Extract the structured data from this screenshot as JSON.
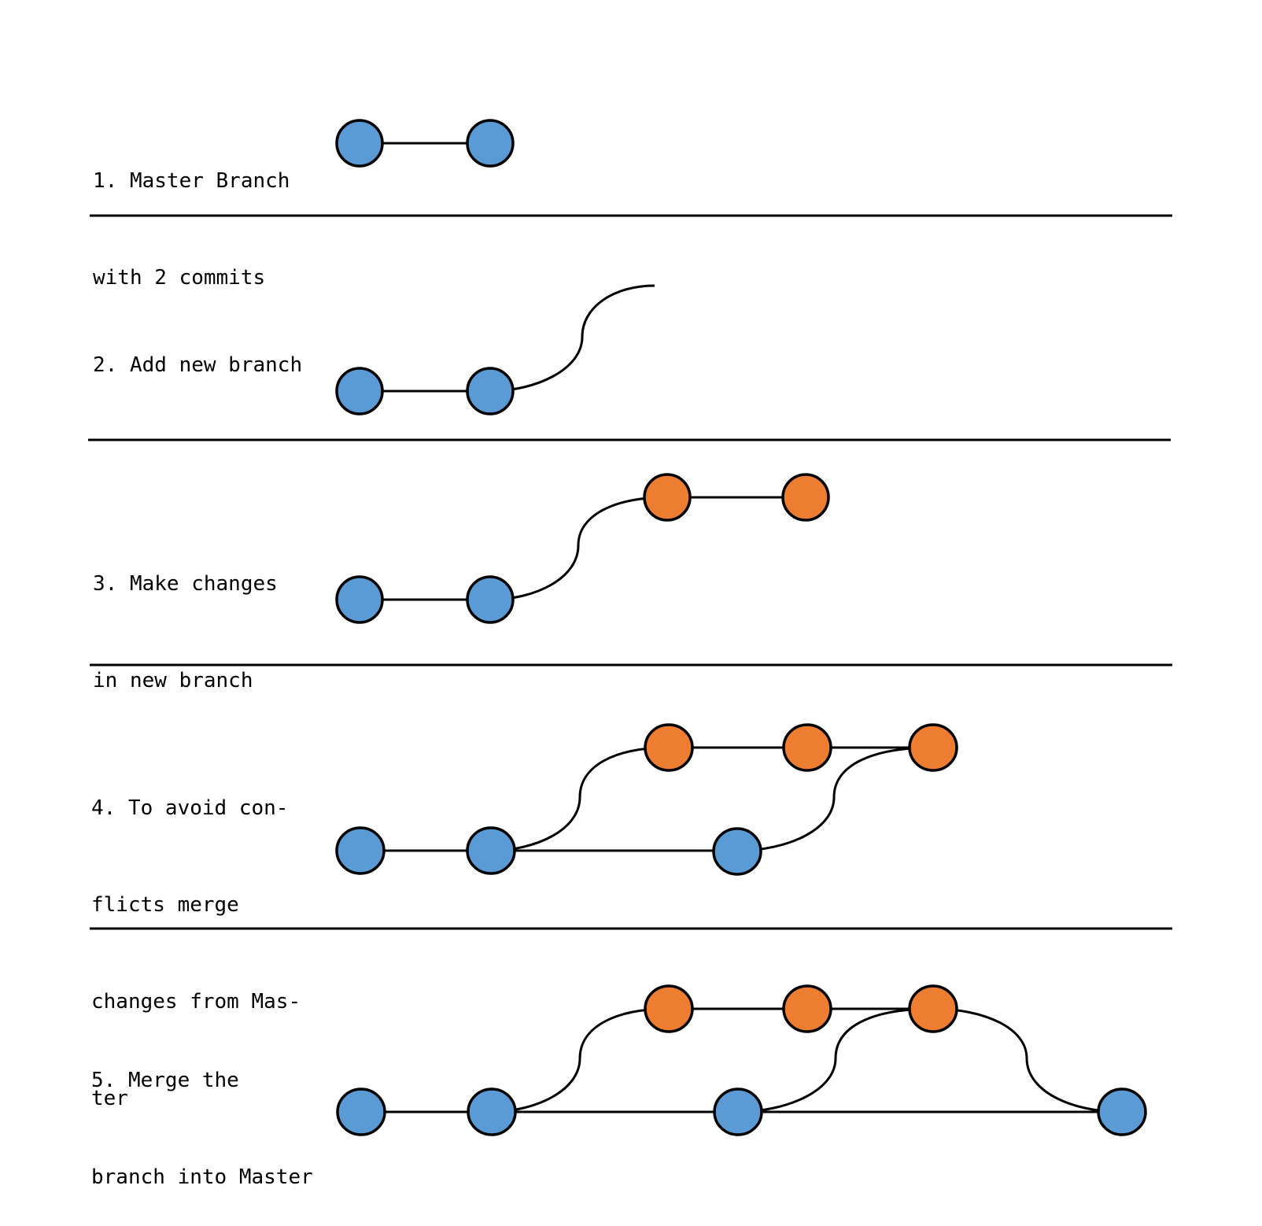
{
  "colors": {
    "master_commit": "#5b9bd5",
    "branch_commit": "#ed7d31",
    "line": "#000000"
  },
  "steps": [
    {
      "label_lines": [
        "1. Master Branch",
        "with 2 commits"
      ]
    },
    {
      "label_lines": [
        "2. Add new branch"
      ]
    },
    {
      "label_lines": [
        "3. Make changes",
        "in new branch"
      ]
    },
    {
      "label_lines": [
        "4. To avoid con-",
        "flicts merge",
        "changes from Mas-",
        "ter"
      ]
    },
    {
      "label_lines": [
        "5. Merge the",
        "branch into Master"
      ]
    }
  ]
}
